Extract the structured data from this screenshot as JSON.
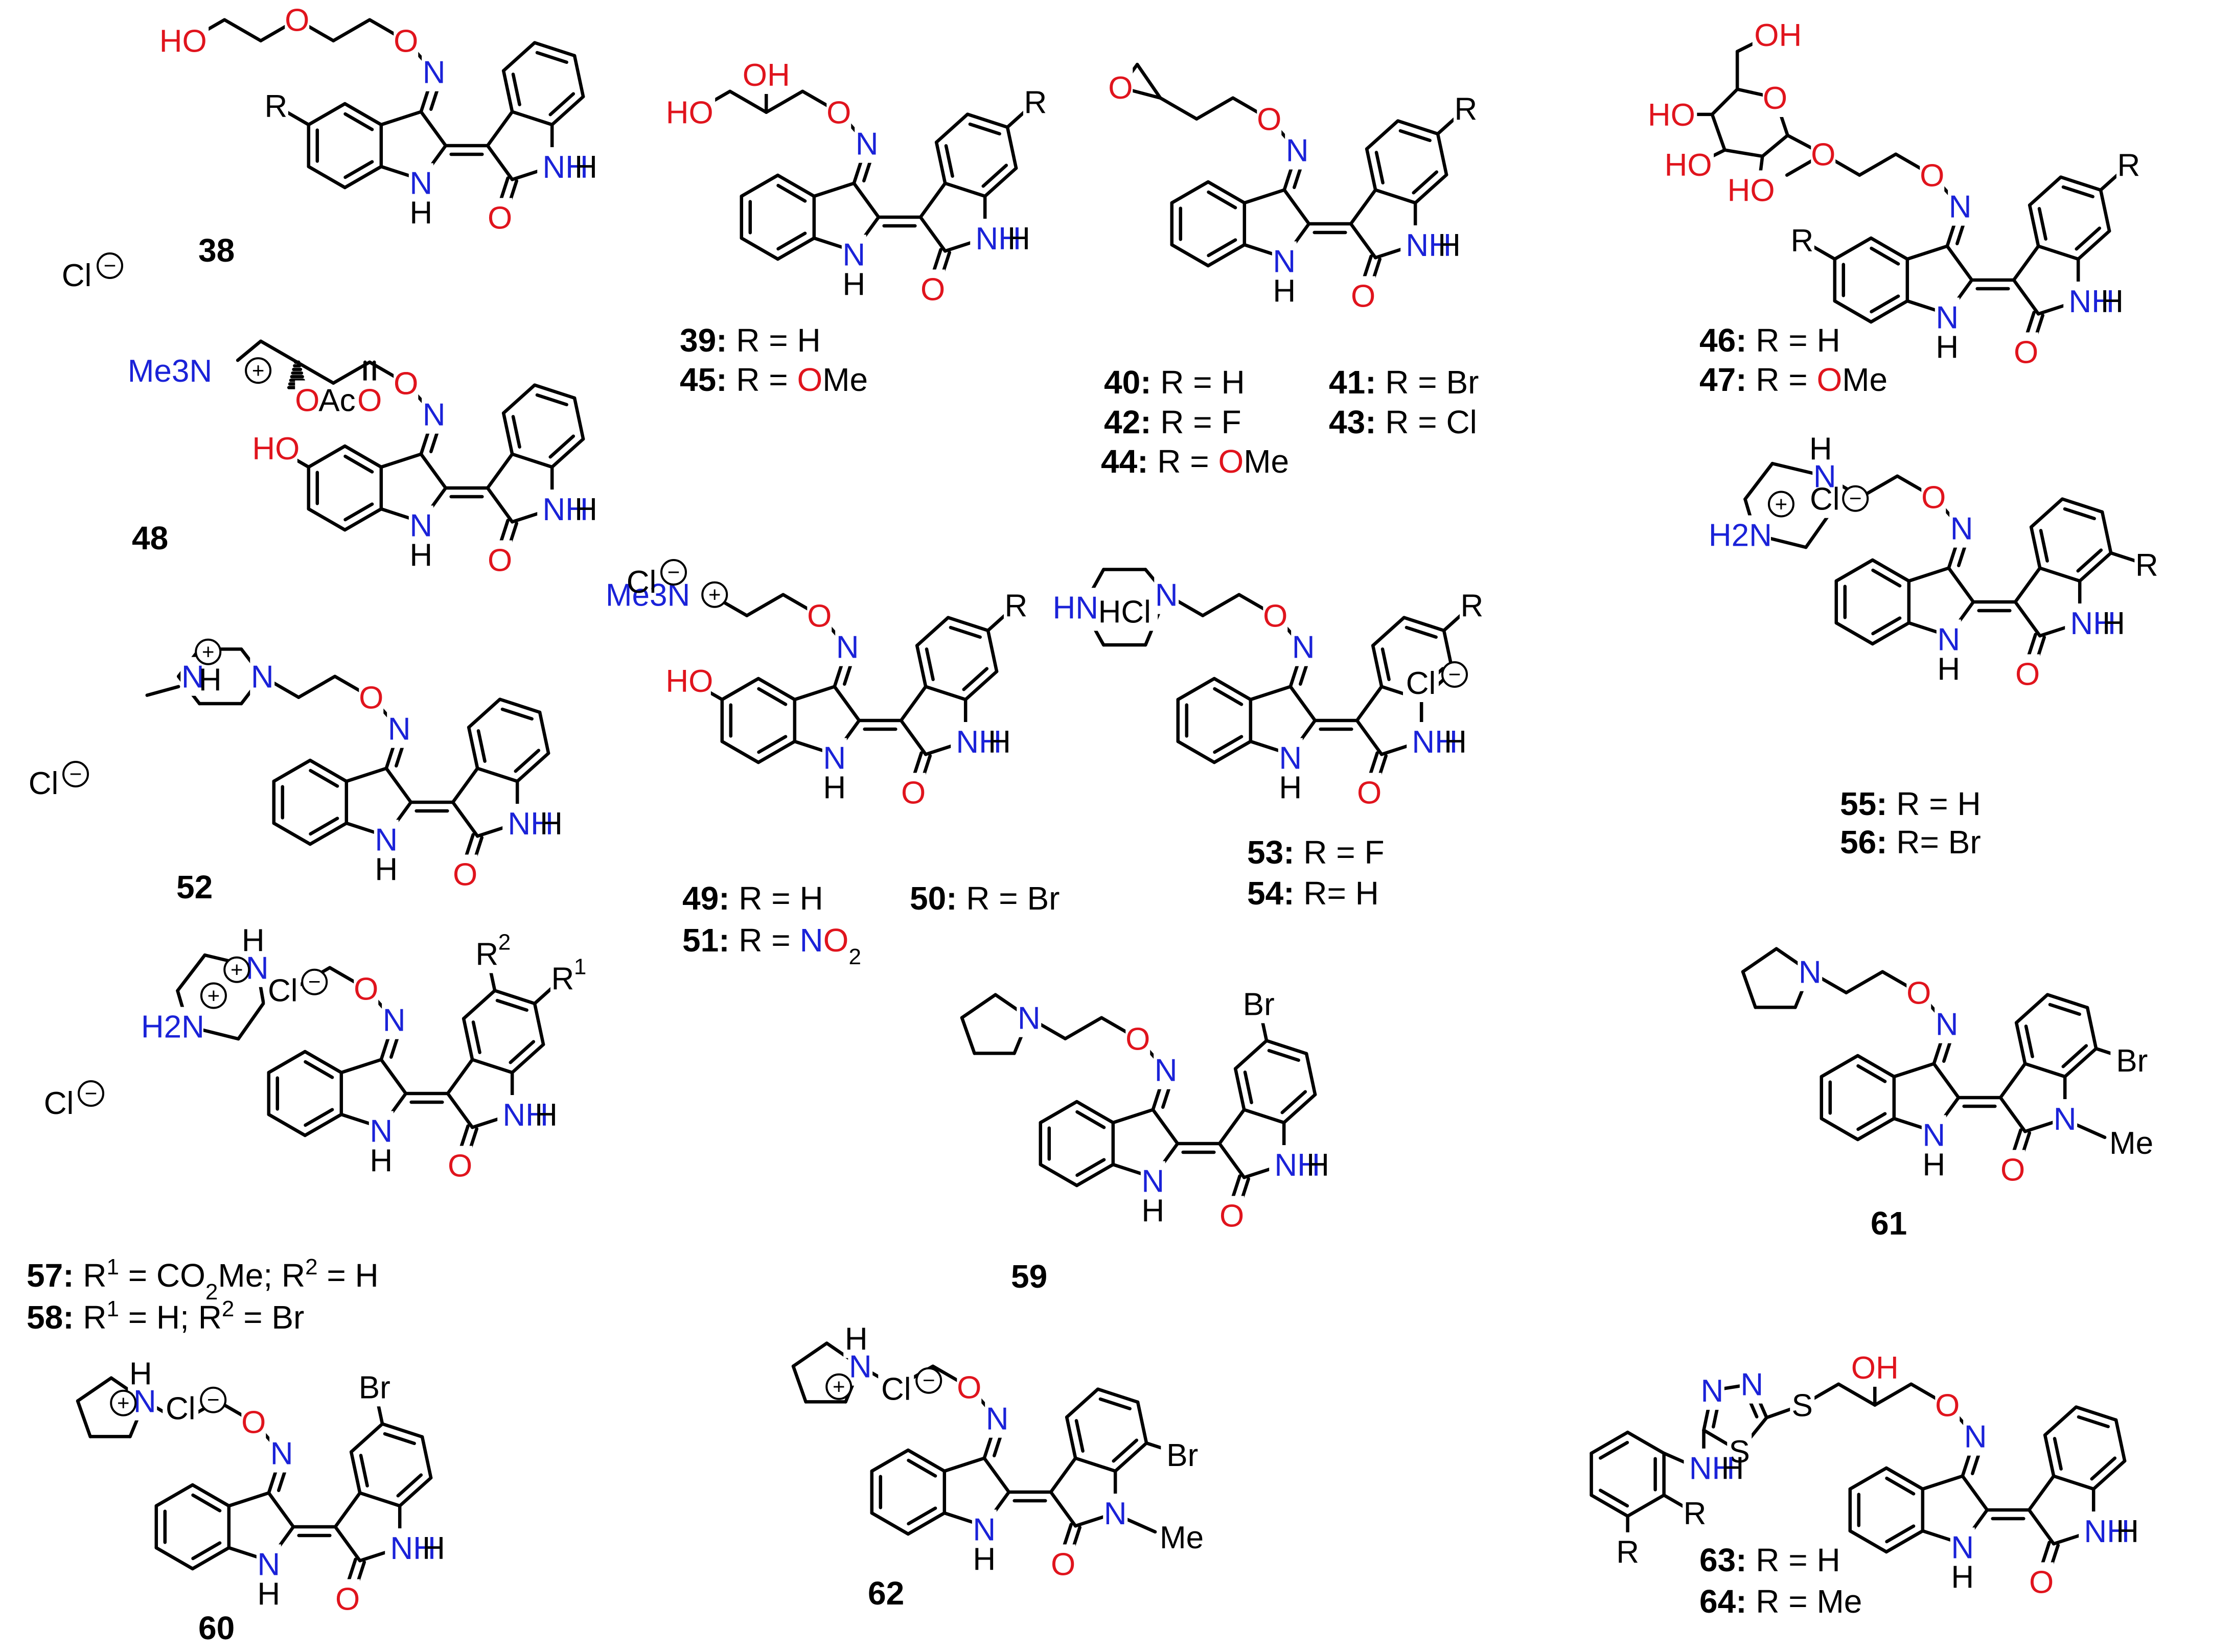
{
  "colors": {
    "bond": "#000000",
    "nitrogen": "#1a22d8",
    "oxygen": "#e0141d",
    "text": "#000000"
  },
  "compounds": [
    {
      "id": "38",
      "labels": [
        "38"
      ]
    },
    {
      "id": "39",
      "labels": [
        "39: R = H",
        "45: R = OMe"
      ]
    },
    {
      "id": "40",
      "labels": [
        "40: R = H",
        "41: R = Br",
        "42: R = F",
        "43: R = Cl",
        "44: R = OMe"
      ]
    },
    {
      "id": "46",
      "labels": [
        "46: R = H",
        "47: R = OMe"
      ]
    },
    {
      "id": "48",
      "labels": [
        "48"
      ]
    },
    {
      "id": "49",
      "labels": [
        "49: R = H",
        "50: R = Br",
        "51: R = NO2"
      ]
    },
    {
      "id": "52",
      "labels": [
        "52"
      ]
    },
    {
      "id": "53",
      "labels": [
        "53: R = F",
        "54: R= H"
      ]
    },
    {
      "id": "55",
      "labels": [
        "55: R = H",
        "56: R= Br"
      ]
    },
    {
      "id": "57",
      "labels": [
        "57: R1 = CO2Me; R2 = H",
        "58: R1 = H; R2 = Br"
      ]
    },
    {
      "id": "59",
      "labels": [
        "59"
      ]
    },
    {
      "id": "60",
      "labels": [
        "60"
      ]
    },
    {
      "id": "61",
      "labels": [
        "61"
      ]
    },
    {
      "id": "62",
      "labels": [
        "62"
      ]
    },
    {
      "id": "63",
      "labels": [
        "63: R = H",
        "64: R = Me"
      ]
    }
  ],
  "atoms": {
    "N": "N",
    "NH": "NH",
    "O": "O",
    "R": "R",
    "Br": "Br",
    "F": "F",
    "Cl": "Cl",
    "S": "S",
    "OH": "OH",
    "HO": "HO",
    "H": "H",
    "Me": "Me",
    "Ac": "Ac",
    "HCl": "HCl",
    "HN": "HN",
    "H2N": "H2N",
    "Me3N": "Me3N",
    "Cl-": "Cl",
    "plus": "+",
    "minus": "−",
    "R1": "R1",
    "R2": "R2"
  }
}
